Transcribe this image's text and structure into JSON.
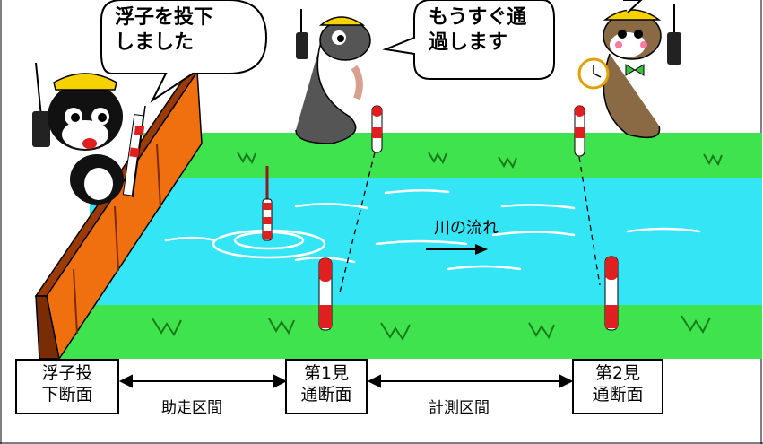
{
  "bubbles": {
    "cat": "浮子を投下\nしました",
    "fish": "もうすぐ通\n過します"
  },
  "flow_label": "川の流れ",
  "sections": {
    "drop": "浮子投\n下断面",
    "first": "第1見\n通断面",
    "second": "第2見\n通断面"
  },
  "intervals": {
    "run_up": "助走区間",
    "measure": "計測区間"
  }
}
